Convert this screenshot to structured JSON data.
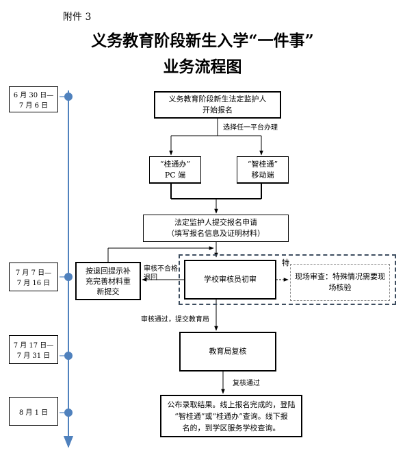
{
  "header": {
    "attachment": "附件 3",
    "title_line1": "义务教育阶段新生入学“一件事”",
    "title_line2": "业务流程图"
  },
  "timeline": {
    "color": "#4f81bd",
    "dates": [
      {
        "line1": "6 月 30 日—",
        "line2": "7 月 6 日"
      },
      {
        "line1": "7 月 7 日—",
        "line2": "7 月 16 日"
      },
      {
        "line1": "7 月 17 日—",
        "line2": "7 月 31 日"
      },
      {
        "line1": "8 月 1 日",
        "line2": ""
      }
    ]
  },
  "nodes": {
    "start": {
      "line1": "义务教育阶段新生法定监护人",
      "line2": "开始报名"
    },
    "platform_label": "选择任一平台办理",
    "gui_tong_ban": {
      "line1": "“桂通办”",
      "line2": "PC 端"
    },
    "zhi_gui_tong": {
      "line1": "“智桂通”",
      "line2": "移动端"
    },
    "submit": {
      "line1": "法定监护人提交报名申请",
      "line2": "（填写报名信息及证明材料）"
    },
    "resubmit": {
      "line1": "按退回提示补",
      "line2": "充完善材料重",
      "line3": "新提交"
    },
    "reject_label": {
      "line1": "审核不合格",
      "line2": "退回"
    },
    "school_review": "学校审核员初审",
    "special_fragment": "特",
    "onsite": {
      "line1": "现场审查：特殊情况需要现",
      "line2": "场核验"
    },
    "pass_label": "审核通过，提交教育局",
    "bureau_review": "教育局复核",
    "recheck_label": "复核通过",
    "publish": {
      "line1": "公布录取结果。线上报名完成的，登陆",
      "line2": "“智桂通”或“桂通办”查询。线下报",
      "line3": "名的，到学区服务学校查询。"
    }
  }
}
